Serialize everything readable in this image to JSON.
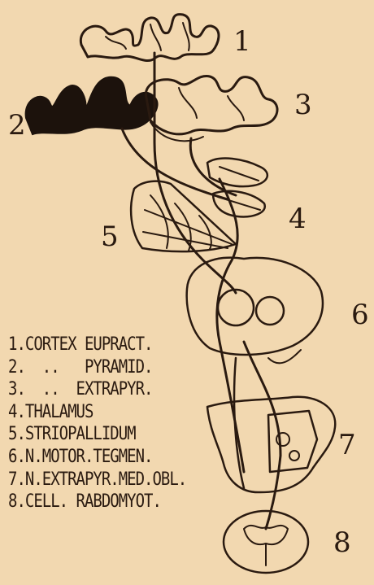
{
  "diagram": {
    "callout_numbers": [
      "1",
      "2",
      "3",
      "4",
      "5",
      "6",
      "7",
      "8"
    ],
    "legend": [
      "1.CORTEX EUPRACT.",
      "2.  ..   PYRAMID.",
      "3.  ..  EXTRAPYR.",
      "4.THALAMUS",
      "5.STRIOPALLIDUM",
      "6.N.MOTOR.TEGMEN.",
      "7.N.EXTRAPYR.MED.OBL.",
      "8.CELL. RABDOMYOT."
    ],
    "colors": {
      "background": "#f2d8b0",
      "ink": "#2a1a10"
    }
  }
}
